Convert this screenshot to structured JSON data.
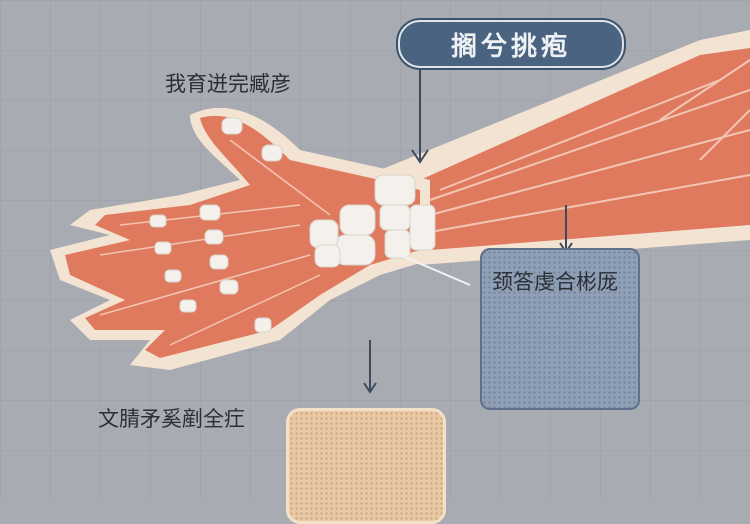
{
  "title": "搁兮挑疱",
  "labels": {
    "top_left": "我育迸完臧彦",
    "right_panel": "颈答虔合彬厐",
    "bottom_left": "文腈矛奚剷全疘"
  },
  "colors": {
    "background": "#a8abb2",
    "muscle": "#e07a5f",
    "skin_outline": "#f3e3d3",
    "title_box": "#4a6380",
    "panel_blue": "#8fa0b6",
    "panel_tan": "#e9c9a4"
  }
}
